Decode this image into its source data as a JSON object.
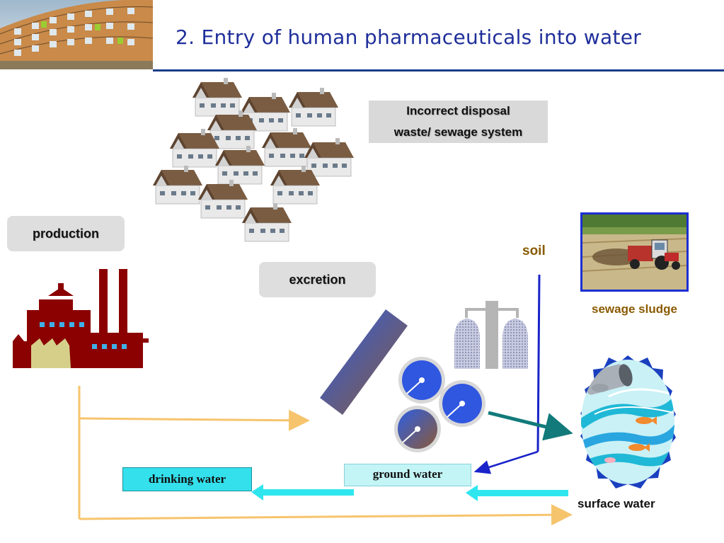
{
  "title": "2. Entry of human pharmaceuticals into water",
  "incorrect_disposal": {
    "line1": "Incorrect disposal",
    "line2": "waste/ sewage system"
  },
  "labels": {
    "production": "production",
    "excretion": "excretion",
    "soil": "soil",
    "sewage_sludge": "sewage sludge",
    "surface_water": "surface water",
    "drinking_water": "drinking water",
    "ground_water": "ground water"
  },
  "icons": [
    "building-photo",
    "house-icon",
    "factory-icon",
    "sewage-plant-icon",
    "tractor-field-photo",
    "river-pipe-icon"
  ],
  "colors": {
    "title": "#1f2f9a",
    "header_rule": "#1a3d8a",
    "factory": "#8b0000",
    "orange_arrow": "#f6c46d",
    "cyan_arrow": "#2fe6ef",
    "blue_line": "#1a24c8",
    "teal_arrow": "#127a7a",
    "soil_text": "#8a5a00"
  }
}
